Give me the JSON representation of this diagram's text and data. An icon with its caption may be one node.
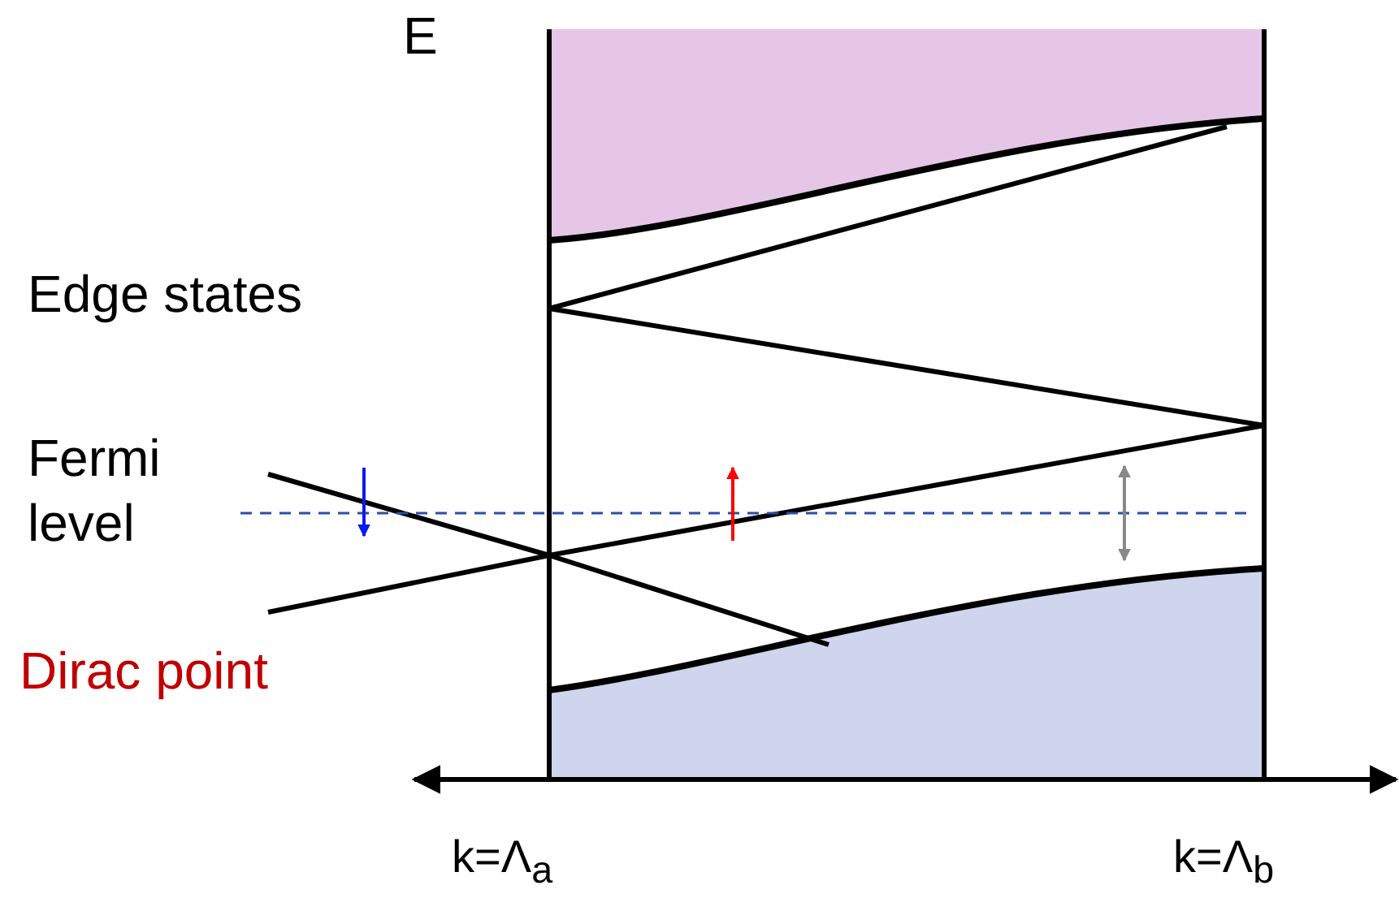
{
  "diagram": {
    "labels": [
      "E",
      "Edge states",
      "Fermi level",
      "Dirac point",
      "k=Λ$_{a}$",
      "k=Λ$_{b}$"
    ]
  }
}
